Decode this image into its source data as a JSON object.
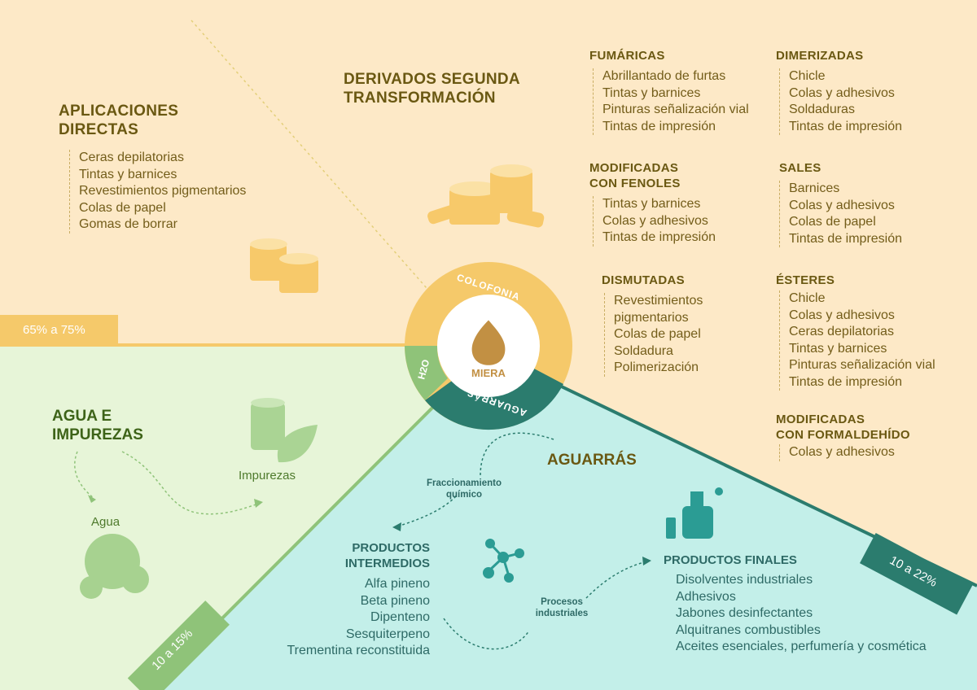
{
  "center": {
    "title": "MIERA",
    "ring_top": "COLOFONIA",
    "ring_bottom": "AGUARRÁS",
    "ring_left": "H2O"
  },
  "tags": {
    "top_left": "65% a 75%",
    "bottom_left": "10 a 15%",
    "bottom_right": "10 a 22%"
  },
  "aplicaciones": {
    "title_line1": "APLICACIONES",
    "title_line2": "DIRECTAS",
    "items": [
      "Ceras depilatorias",
      "Tintas y barnices",
      "Revestimientos pigmentarios",
      "Colas de papel",
      "Gomas de borrar"
    ]
  },
  "derivados": {
    "title_line1": "DERIVADOS  SEGUNDA",
    "title_line2": "TRANSFORMACIÓN"
  },
  "groups": {
    "fumaricas": {
      "title": "FUMÁRICAS",
      "items": [
        "Abrillantado de furtas",
        "Tintas y barnices",
        "Pinturas señalización vial",
        "Tintas de impresión"
      ]
    },
    "dimerizadas": {
      "title": "DIMERIZADAS",
      "items": [
        "Chicle",
        "Colas y adhesivos",
        "Soldaduras",
        "Tintas de impresión"
      ]
    },
    "fenoles": {
      "title_line1": "MODIFICADAS",
      "title_line2": "CON FENOLES",
      "items": [
        "Tintas y barnices",
        "Colas y adhesivos",
        "Tintas de impresión"
      ]
    },
    "sales": {
      "title": "SALES",
      "items": [
        "Barnices",
        "Colas y adhesivos",
        "Colas de papel",
        "Tintas de impresión"
      ]
    },
    "dismutadas": {
      "title": "DISMUTADAS",
      "items": [
        "Revestimientos",
        "pigmentarios",
        "Colas de papel",
        "Soldadura",
        "Polimerización"
      ]
    },
    "esteres": {
      "title": "ÉSTERES",
      "items": [
        "Chicle",
        "Colas y adhesivos",
        "Ceras depilatorias",
        "Tintas y barnices",
        "Pinturas señalización vial",
        "Tintas de impresión"
      ]
    },
    "formaldehido": {
      "title_line1": "MODIFICADAS",
      "title_line2": "CON FORMALDEHÍDO",
      "items": [
        "Colas y adhesivos"
      ]
    }
  },
  "agua": {
    "title_line1": "AGUA E",
    "title_line2": "IMPUREZAS",
    "impurezas": "Impurezas",
    "agua": "Agua"
  },
  "aguarras": {
    "title": "AGUARRÁS",
    "fraccionamiento_line1": "Fraccionamiento",
    "fraccionamiento_line2": "químico",
    "procesos_line1": "Procesos",
    "procesos_line2": "industriales",
    "intermedios": {
      "title_line1": "PRODUCTOS",
      "title_line2": "INTERMEDIOS",
      "items": [
        "Alfa pineno",
        "Beta pineno",
        "Dipenteno",
        "Sesquiterpeno",
        "Trementina reconstituida"
      ]
    },
    "finales": {
      "title": "PRODUCTOS FINALES",
      "items": [
        "Disolventes industriales",
        "Adhesivos",
        "Jabones desinfectantes",
        "Alquitranes combustibles",
        "Aceites esenciales, perfumería y cosmética"
      ]
    }
  },
  "colors": {
    "cream": "#fde9c7",
    "green_bg": "#e7f5d8",
    "aqua_bg": "#c3efe9",
    "gold": "#f5c96a",
    "teal": "#2b7c6e",
    "green": "#8fc379"
  }
}
